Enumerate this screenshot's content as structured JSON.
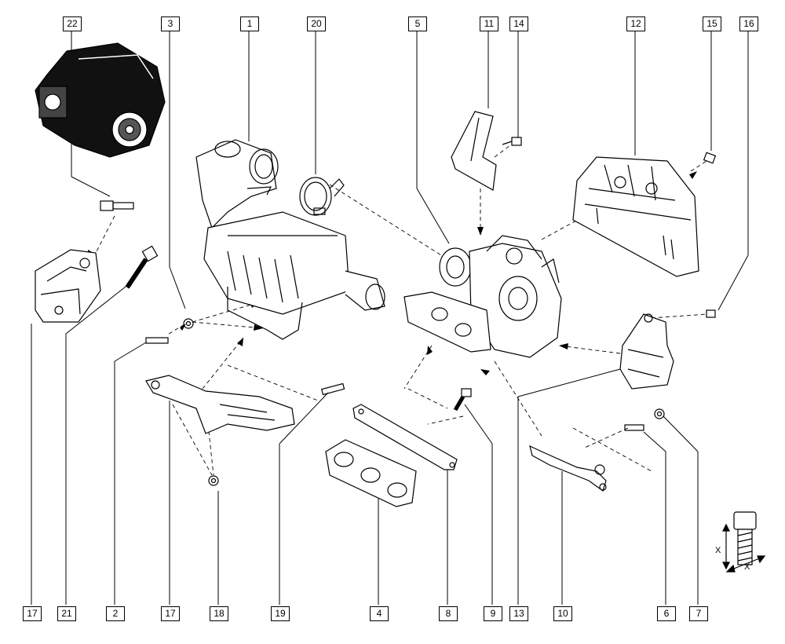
{
  "diagram": {
    "callouts_top": [
      "22",
      "3",
      "1",
      "20",
      "5",
      "11",
      "14",
      "12",
      "15",
      "16"
    ],
    "callouts_bottom": [
      "17",
      "21",
      "2",
      "17",
      "18",
      "19",
      "4",
      "8",
      "9",
      "13",
      "10",
      "6",
      "7"
    ],
    "bolt_detail": {
      "dimension_label_1": "X",
      "dimension_label_2": "X"
    }
  }
}
